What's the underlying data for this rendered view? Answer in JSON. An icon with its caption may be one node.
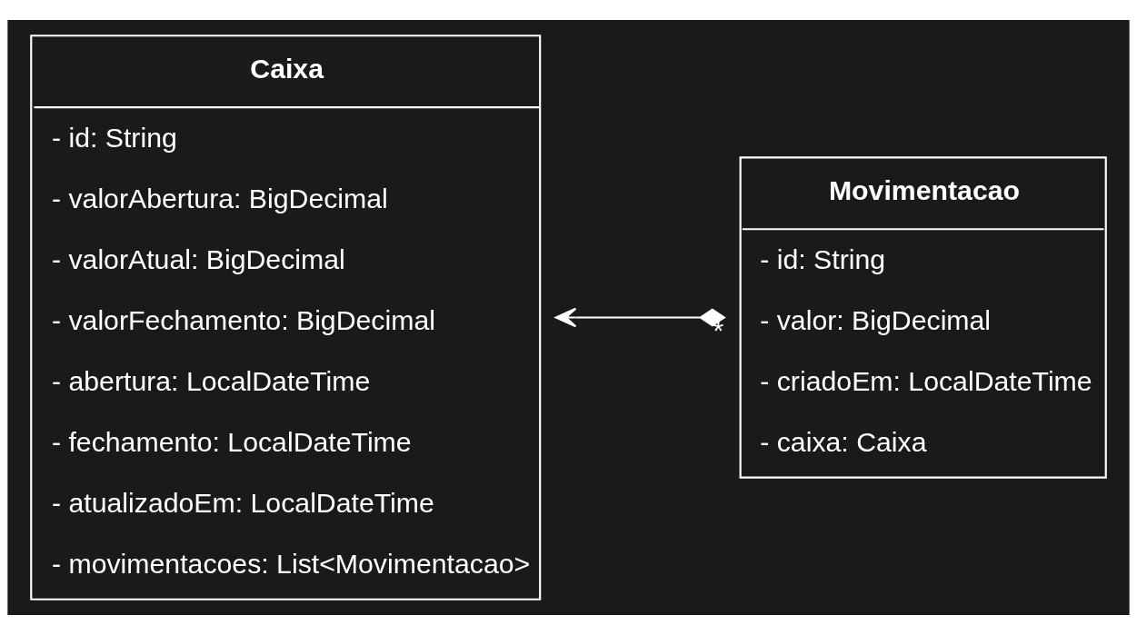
{
  "diagram": {
    "nodes": [
      {
        "text": [
          "Caixa",
          "- id: String",
          "- valorAbertura: BigDecimal",
          "- valorAtual: BigDecimal",
          "- valorFechamento: BigDecimal",
          "- abertura: LocalDateTime",
          "- fechamento: LocalDateTime",
          "- atualizadoEm: LocalDateTime",
          "- movimentacoes: List<Movimentacao>"
        ]
      },
      {
        "text": [
          "Movimentacao",
          "- id: String",
          "- valor: BigDecimal",
          "- criadoEm: LocalDateTime",
          "- caixa: Caixa"
        ]
      }
    ],
    "edges": [
      {
        "from": 1,
        "to": 0,
        "arrow": "to",
        "label": "*"
      }
    ]
  }
}
